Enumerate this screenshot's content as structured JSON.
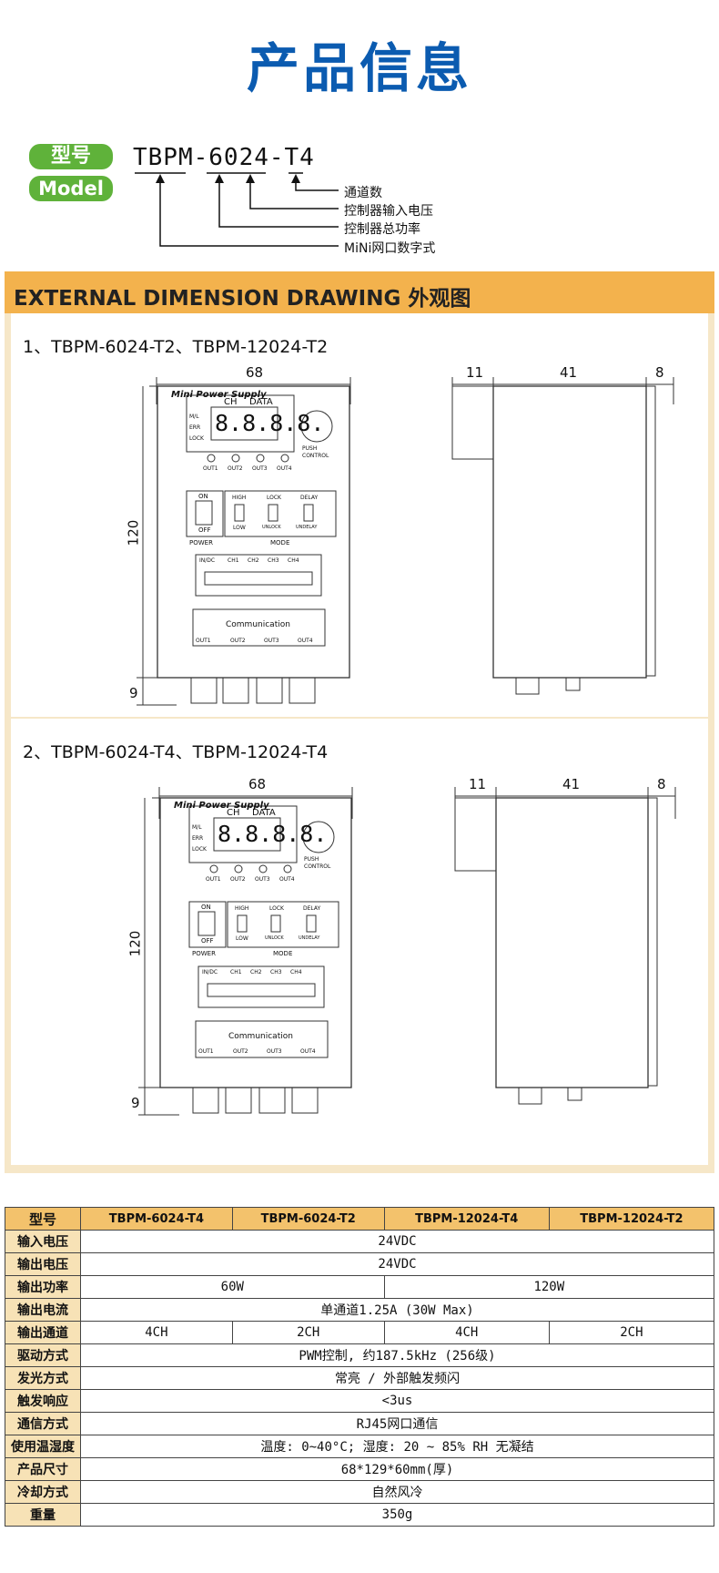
{
  "title": "产品信息",
  "model": {
    "badge_cn": "型号",
    "badge_en": "Model",
    "code": "TBPM-6024-T4",
    "legend": [
      "通道数",
      "控制器输入电压",
      "控制器总功率",
      "MiNi网口数字式"
    ]
  },
  "section": {
    "heading": "EXTERNAL DIMENSION DRAWING 外观图",
    "drawings": [
      {
        "caption": "1、TBPM-6024-T2、TBPM-12024-T2"
      },
      {
        "caption": "2、TBPM-6024-T4、TBPM-12024-T4"
      }
    ],
    "dims": {
      "width": "68",
      "height": "120",
      "bottom": "9",
      "side_a": "11",
      "side_b": "41",
      "side_c": "8"
    },
    "device": {
      "brand": "Mini Power Supply",
      "ch": "CH",
      "data": "DATA",
      "display": "8.8.8.8.",
      "leds": [
        "M/L",
        "ERR",
        "LOCK"
      ],
      "push": "PUSH",
      "control": "CONTROL",
      "outs": [
        "OUT1",
        "OUT2",
        "OUT3",
        "OUT4"
      ],
      "on": "ON",
      "off": "OFF",
      "power": "POWER",
      "mode": "MODE",
      "switches": [
        {
          "top": "HIGH",
          "bottom": "LOW"
        },
        {
          "top": "LOCK",
          "bottom": "UNLOCK"
        },
        {
          "top": "DELAY",
          "bottom": "UNDELAY"
        }
      ],
      "terminals": [
        "IN/DC",
        "CH1",
        "CH2",
        "CH3",
        "CH4"
      ],
      "communication": "Communication"
    }
  },
  "specs": {
    "header": [
      "型号",
      "TBPM-6024-T4",
      "TBPM-6024-T2",
      "TBPM-12024-T4",
      "TBPM-12024-T2"
    ],
    "rows": [
      {
        "label": "输入电压",
        "cells": [
          {
            "text": "24VDC",
            "span": 4
          }
        ]
      },
      {
        "label": "输出电压",
        "cells": [
          {
            "text": "24VDC",
            "span": 4
          }
        ]
      },
      {
        "label": "输出功率",
        "cells": [
          {
            "text": "60W",
            "span": 2
          },
          {
            "text": "120W",
            "span": 2
          }
        ]
      },
      {
        "label": "输出电流",
        "cells": [
          {
            "text": "单通道1.25A (30W Max)",
            "span": 4
          }
        ]
      },
      {
        "label": "输出通道",
        "cells": [
          {
            "text": "4CH",
            "span": 1
          },
          {
            "text": "2CH",
            "span": 1
          },
          {
            "text": "4CH",
            "span": 1
          },
          {
            "text": "2CH",
            "span": 1
          }
        ]
      },
      {
        "label": "驱动方式",
        "cells": [
          {
            "text": "PWM控制, 约187.5kHz (256级)",
            "span": 4
          }
        ]
      },
      {
        "label": "发光方式",
        "cells": [
          {
            "text": "常亮 / 外部触发频闪",
            "span": 4
          }
        ]
      },
      {
        "label": "触发响应",
        "cells": [
          {
            "text": "<3us",
            "span": 4
          }
        ]
      },
      {
        "label": "通信方式",
        "cells": [
          {
            "text": "RJ45网口通信",
            "span": 4
          }
        ]
      },
      {
        "label": "使用温湿度",
        "cells": [
          {
            "text": "温度: 0~40°C;  湿度: 20 ~ 85% RH 无凝结",
            "span": 4
          }
        ]
      },
      {
        "label": "产品尺寸",
        "cells": [
          {
            "text": "68*129*60mm(厚)",
            "span": 4
          }
        ]
      },
      {
        "label": "冷却方式",
        "cells": [
          {
            "text": "自然风冷",
            "span": 4
          }
        ]
      },
      {
        "label": "重量",
        "cells": [
          {
            "text": "350g",
            "span": 4
          }
        ]
      }
    ]
  }
}
